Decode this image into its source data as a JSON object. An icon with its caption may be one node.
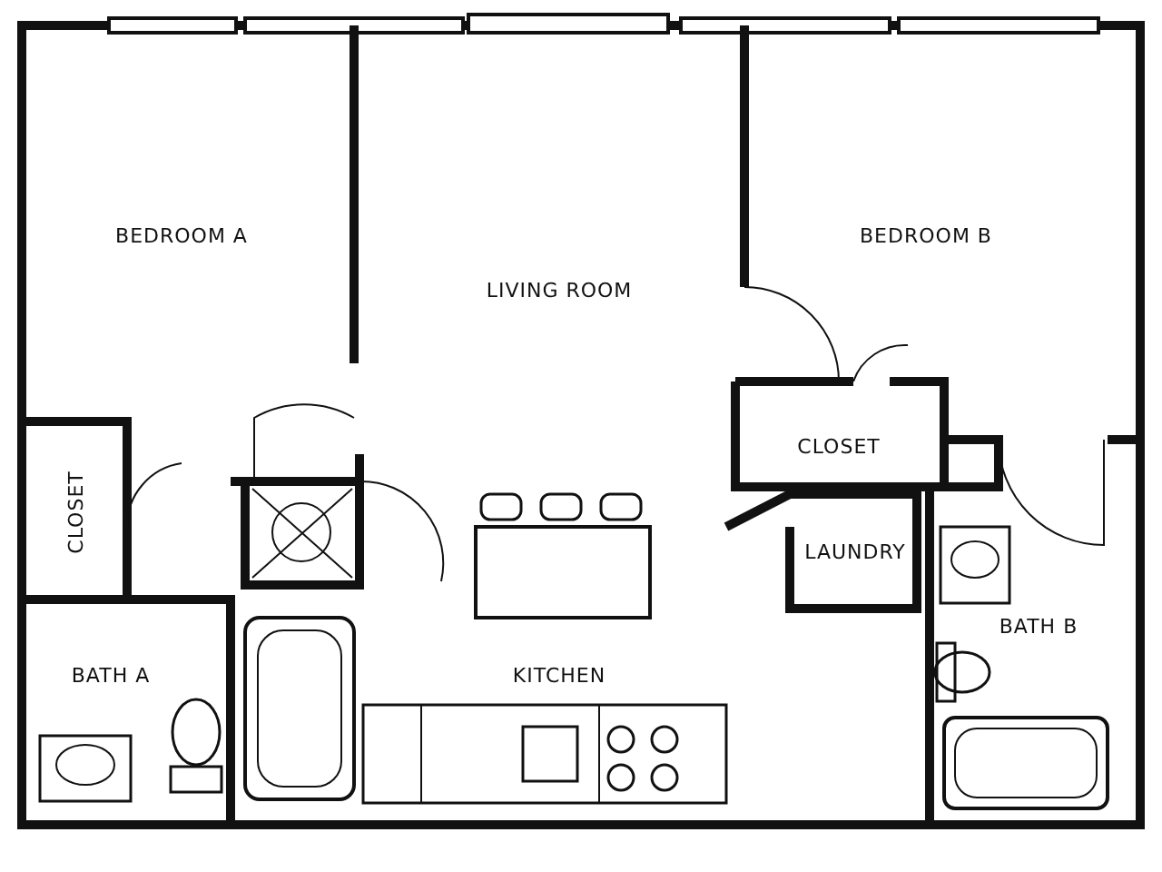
{
  "diagram": {
    "labels": [
      "BEDROOM A",
      "BEDROOM B",
      "LIVING ROOM",
      "CLOSET",
      "CLOSET",
      "LAUNDRY",
      "BATH B",
      "BATH A",
      "KITCHEN"
    ]
  }
}
